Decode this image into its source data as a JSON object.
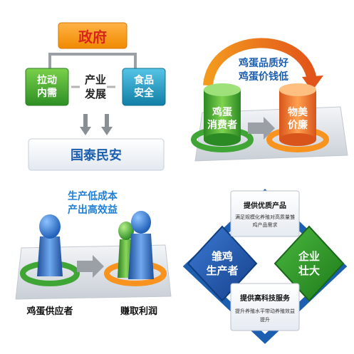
{
  "panel_government": {
    "government": "政府",
    "left_box": [
      "拉动",
      "内需"
    ],
    "center": [
      "产业",
      "发展"
    ],
    "right_box": [
      "食品",
      "安全"
    ],
    "bottom": "国泰民安"
  },
  "panel_eggs": {
    "arc_text": [
      "鸡蛋品质好",
      "鸡蛋价钱低"
    ],
    "left_cylinder": [
      "鸡蛋",
      "消费者"
    ],
    "right_cylinder": [
      "物美",
      "价廉"
    ]
  },
  "panel_supplier": {
    "headline": [
      "生产低成本",
      "产出高效益"
    ],
    "left_label": "鸡蛋供应者",
    "right_label": "赚取利润"
  },
  "panel_producer": {
    "left_diamond": [
      "雏鸡",
      "生产者"
    ],
    "right_diamond": [
      "企业",
      "壮大"
    ],
    "top_card": {
      "title": "提供优质产品",
      "body": [
        "满足规模化养殖对高质量雏",
        "鸡产品需求"
      ]
    },
    "bottom_card": {
      "title": "提供高科技服务",
      "body": [
        "提升养殖水平带动养殖效益",
        "提升"
      ]
    }
  },
  "colors": {
    "orange": "#f7931e",
    "green": "#3fa535",
    "blue": "#1c5fb0",
    "teal": "#1f8fb3",
    "red_text": "#d9261c",
    "light_blue_text": "#1f7fd6"
  }
}
